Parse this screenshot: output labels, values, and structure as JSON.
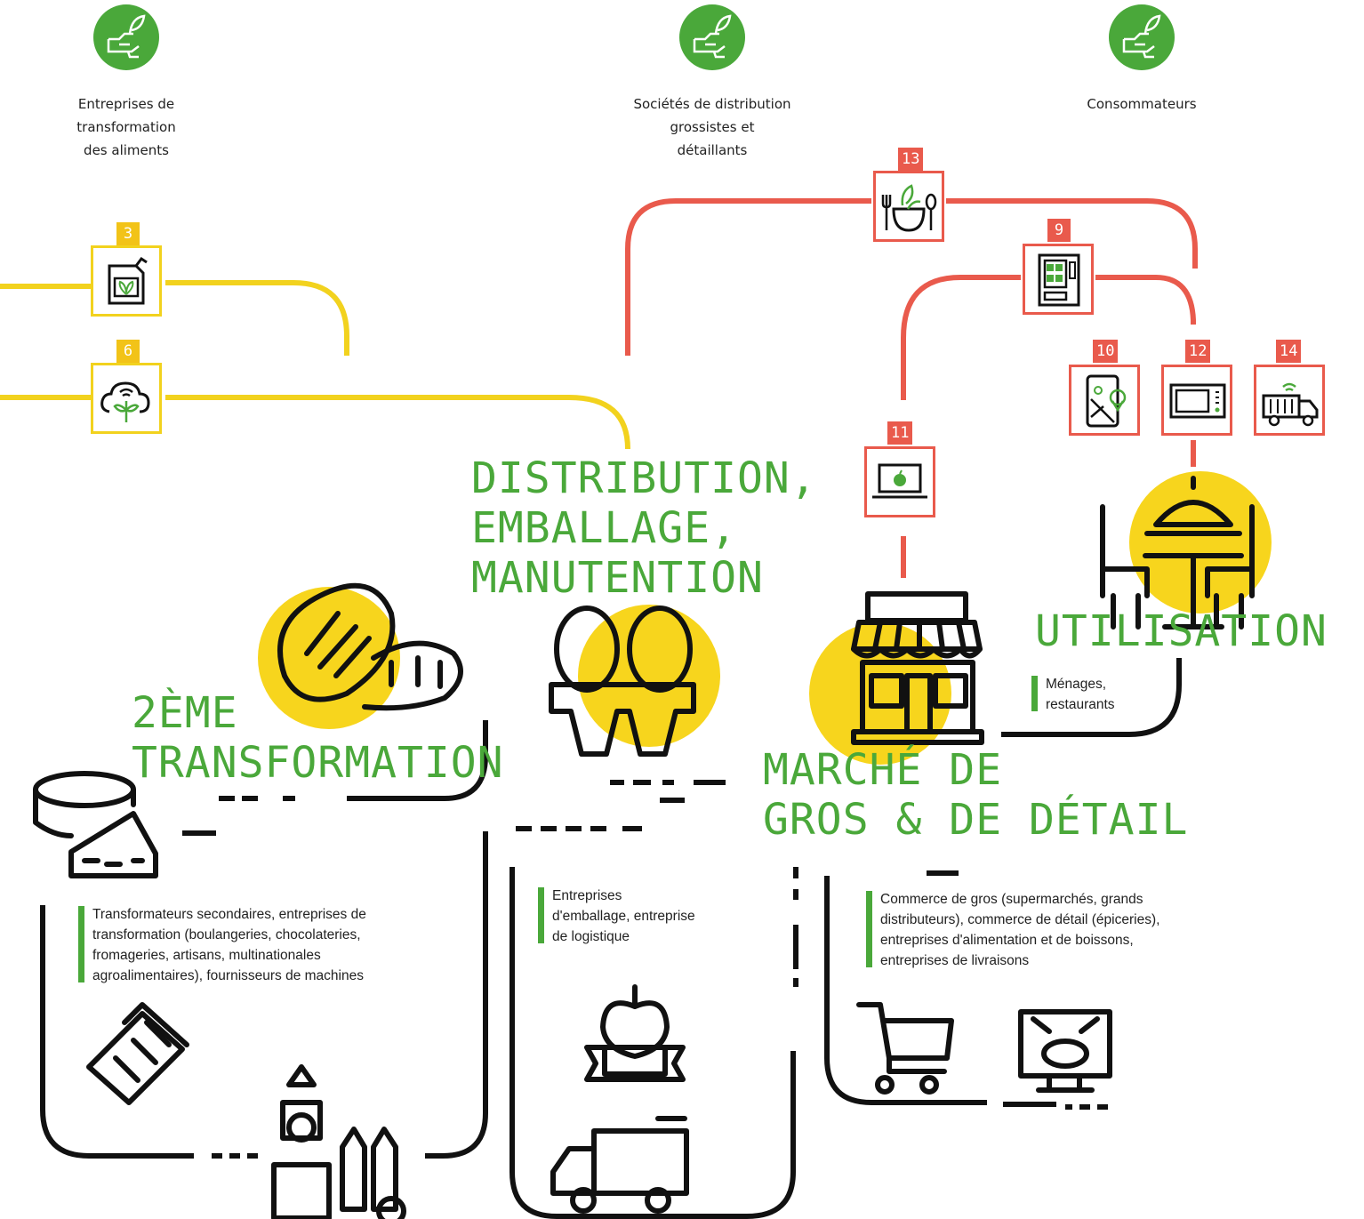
{
  "actors": [
    {
      "lines": [
        "Entreprises de",
        "transformation",
        "des aliments"
      ]
    },
    {
      "lines": [
        "Sociétés de distribution",
        "grossistes et",
        "détaillants"
      ]
    },
    {
      "lines": [
        "Consommateurs"
      ]
    }
  ],
  "stages": {
    "transformation": {
      "title": [
        "2ÈME",
        "TRANSFORMATION"
      ]
    },
    "distribution": {
      "title": [
        "DISTRIBUTION,",
        "EMBALLAGE,",
        "MANUTENTION"
      ]
    },
    "marche": {
      "title": [
        "MARCHÉ DE",
        "GROS & DE DÉTAIL"
      ]
    },
    "utilisation": {
      "title": [
        "UTILISATION"
      ]
    }
  },
  "descriptions": {
    "transformation": [
      "Transformateurs secondaires, entreprises de",
      "transformation (boulangeries, chocolateries,",
      "fromageries, artisans, multinationales",
      "agroalimentaires), fournisseurs de machines"
    ],
    "distribution": [
      "Entreprises",
      "d'emballage, entreprise",
      "de logistique"
    ],
    "marche": [
      "Commerce de gros (supermarchés, grands",
      "distributeurs), commerce de détail (épiceries),",
      "entreprises d'alimentation et de boissons,",
      "entreprises de livraisons"
    ],
    "utilisation": [
      "Ménages,",
      "restaurants"
    ]
  },
  "badges": [
    {
      "number": "3",
      "icon": "oil-canister-icon",
      "color": "yellow"
    },
    {
      "number": "6",
      "icon": "cloud-sprout-icon",
      "color": "yellow"
    },
    {
      "number": "13",
      "icon": "salad-bowl-icon",
      "color": "red"
    },
    {
      "number": "9",
      "icon": "vending-machine-icon",
      "color": "red"
    },
    {
      "number": "10",
      "icon": "phone-map-icon",
      "color": "red"
    },
    {
      "number": "12",
      "icon": "microwave-icon",
      "color": "red"
    },
    {
      "number": "14",
      "icon": "delivery-truck-icon",
      "color": "red"
    },
    {
      "number": "11",
      "icon": "laptop-apple-icon",
      "color": "red"
    }
  ],
  "colors": {
    "green": "#4aa83a",
    "yellow": "#f2c318",
    "red": "#e95a4c",
    "black": "#111111"
  }
}
